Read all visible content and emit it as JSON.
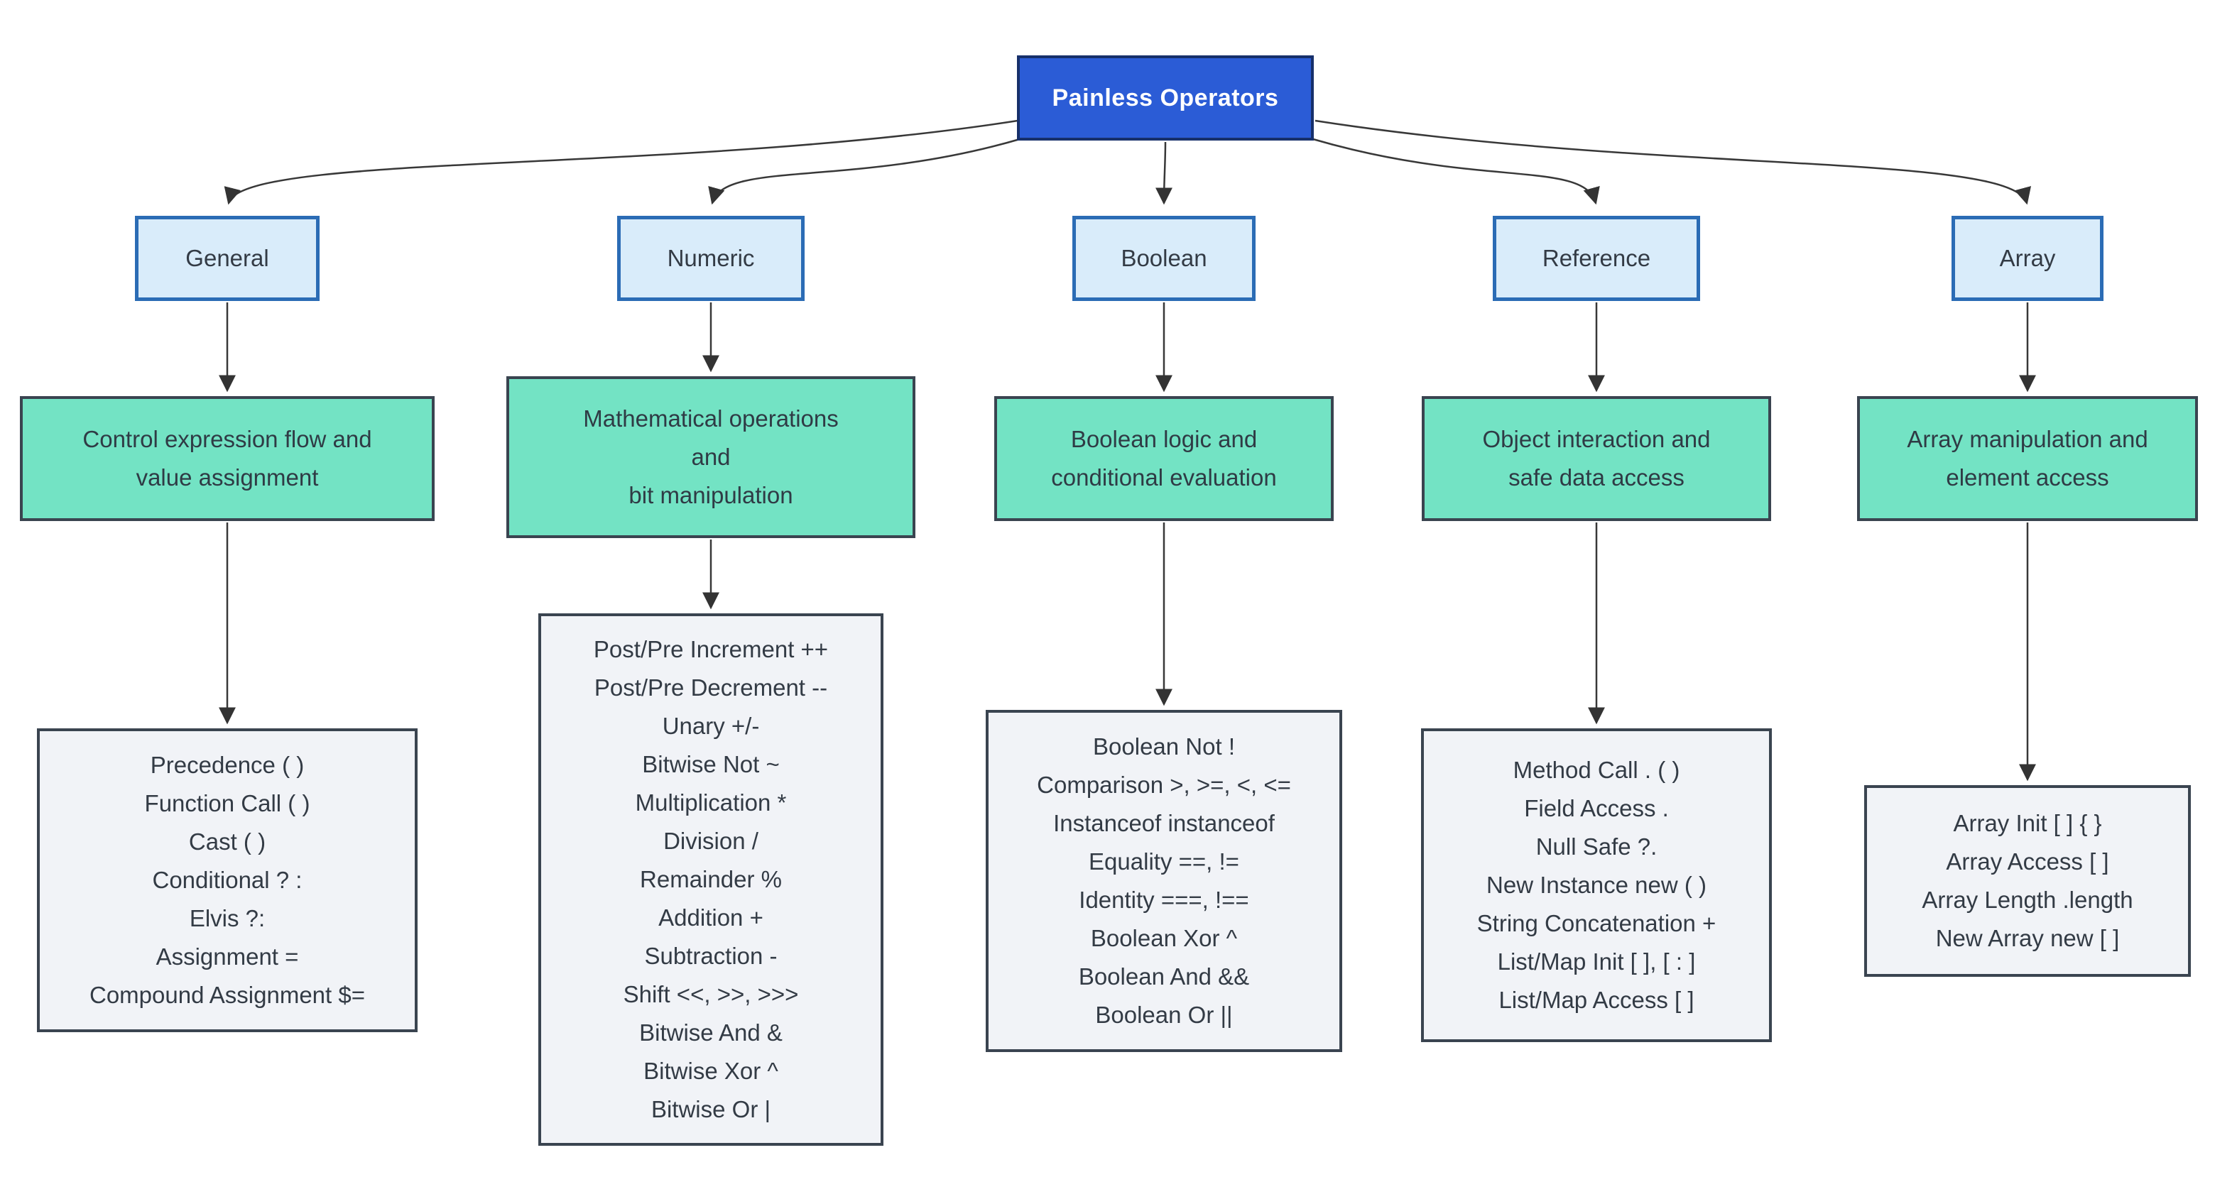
{
  "diagram": {
    "title": "Painless Operators",
    "branches": [
      {
        "id": "general",
        "label": "General",
        "description_lines": [
          "Control expression flow and",
          "value assignment"
        ],
        "operators": [
          "Precedence ( )",
          "Function Call ( )",
          "Cast ( )",
          "Conditional ? :",
          "Elvis ?:",
          "Assignment =",
          "Compound Assignment $="
        ]
      },
      {
        "id": "numeric",
        "label": "Numeric",
        "description_lines": [
          "Mathematical operations",
          "and",
          "bit manipulation"
        ],
        "operators": [
          "Post/Pre Increment ++",
          "Post/Pre Decrement --",
          "Unary +/-",
          "Bitwise Not ~",
          "Multiplication *",
          "Division /",
          "Remainder %",
          "Addition +",
          "Subtraction -",
          "Shift <<, >>, >>>",
          "Bitwise And &",
          "Bitwise Xor ^",
          "Bitwise Or |"
        ]
      },
      {
        "id": "boolean",
        "label": "Boolean",
        "description_lines": [
          "Boolean logic and",
          "conditional evaluation"
        ],
        "operators": [
          "Boolean Not !",
          "Comparison >, >=, <, <=",
          "Instanceof instanceof",
          "Equality ==, !=",
          "Identity ===, !==",
          "Boolean Xor ^",
          "Boolean And &&",
          "Boolean Or ||"
        ]
      },
      {
        "id": "reference",
        "label": "Reference",
        "description_lines": [
          "Object interaction and",
          "safe data access"
        ],
        "operators": [
          "Method Call . ( )",
          "Field Access .",
          "Null Safe ?.",
          "New Instance new ( )",
          "String Concatenation +",
          "List/Map Init [ ], [ : ]",
          "List/Map Access [ ]"
        ]
      },
      {
        "id": "array",
        "label": "Array",
        "description_lines": [
          "Array manipulation and",
          "element access"
        ],
        "operators": [
          "Array Init [ ] { }",
          "Array Access [ ]",
          "Array Length .length",
          "New Array new [ ]"
        ]
      }
    ],
    "colors": {
      "root_fill": "#2b5cd6",
      "root_border": "#17306b",
      "root_text": "#ffffff",
      "category_fill": "#d9ecfa",
      "category_border": "#2b6cb5",
      "description_fill": "#73e3c4",
      "description_border": "#3a4450",
      "operators_fill": "#f1f3f7",
      "operators_border": "#3a4450",
      "edge": "#383838",
      "text": "#333b45"
    }
  }
}
